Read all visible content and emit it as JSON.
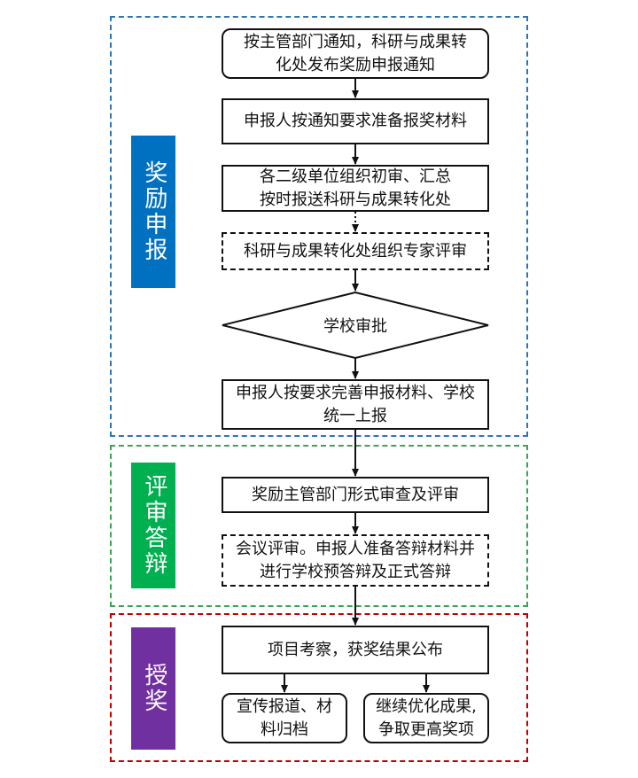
{
  "sections": {
    "apply": {
      "label": "奖励申报",
      "color": "#1f77b4",
      "label_bg": "#0070c0"
    },
    "review": {
      "label": "评审答辩",
      "color": "#2ca02c",
      "label_bg": "#00b050"
    },
    "award": {
      "label": "授奖",
      "color": "#c00000",
      "label_bg": "#7030a0"
    }
  },
  "steps": {
    "notice": "按主管部门通知，科研与成果转\n化处发布奖励申报通知",
    "prepare_materials": "申报人按通知要求准备报奖材料",
    "unit_review": "各二级单位组织初审、汇总\n按时报送科研与成果转化处",
    "expert_review": "科研与成果转化处组织专家评审",
    "school_approval": "学校审批",
    "refine_submit": "申报人按要求完善申报材料、学校\n统一上报",
    "formal_review": "奖励主管部门形式审查及评审",
    "defense": "会议评审。申报人准备答辩材料并\n进行学校预答辩及正式答辩",
    "announce": "项目考察，获奖结果公布",
    "publicity": "宣传报道、材\n料归档",
    "optimize": "继续优化成果,\n争取更高奖项"
  }
}
